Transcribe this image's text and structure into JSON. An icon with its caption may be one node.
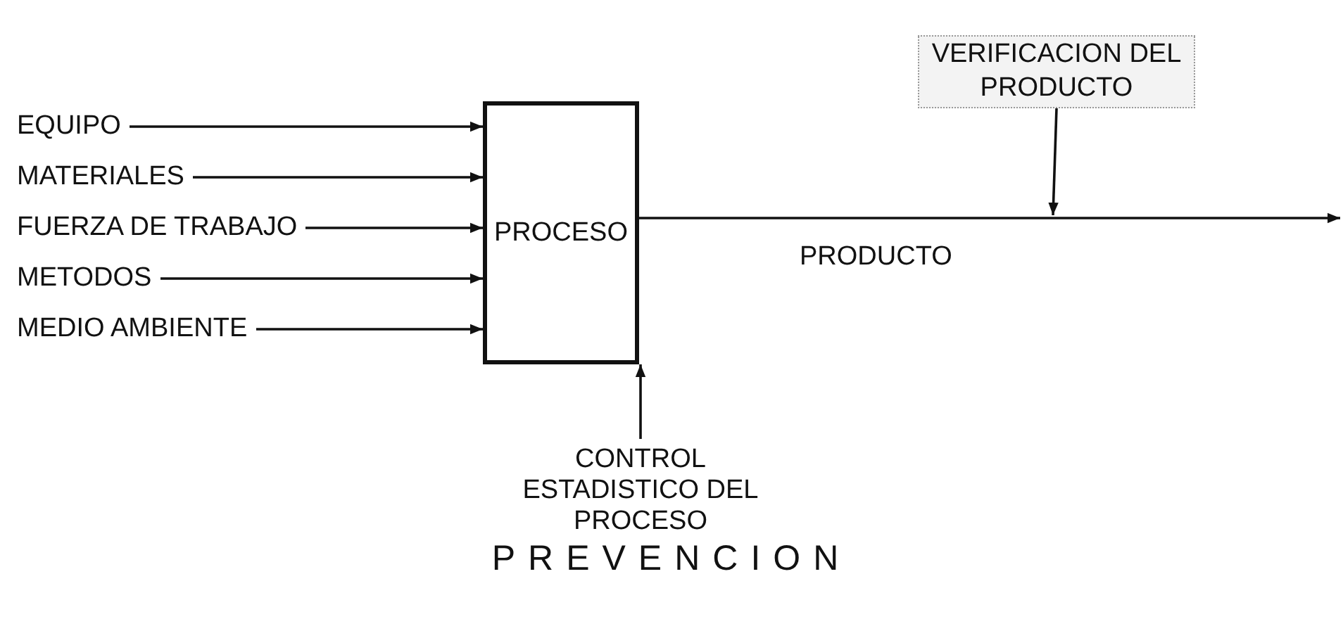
{
  "diagram": {
    "caption": "PREVENCION",
    "nodes": [
      {
        "text": [
          "EQUIPO"
        ]
      },
      {
        "text": [
          "MATERIALES"
        ]
      },
      {
        "text": [
          "FUERZA DE TRABAJO"
        ]
      },
      {
        "text": [
          "METODOS"
        ]
      },
      {
        "text": [
          "MEDIO AMBIENTE"
        ]
      },
      {
        "text": [
          "PROCESO"
        ]
      },
      {
        "text": [
          "CONTROL ESTADISTICO DEL PROCESO"
        ]
      },
      {
        "text": [
          "VERIFICACION DEL PRODUCTO"
        ]
      }
    ],
    "edges": [
      {
        "from": 0,
        "to": 5,
        "arrow": "to"
      },
      {
        "from": 1,
        "to": 5,
        "arrow": "to"
      },
      {
        "from": 2,
        "to": 5,
        "arrow": "to"
      },
      {
        "from": 3,
        "to": 5,
        "arrow": "to"
      },
      {
        "from": 4,
        "to": 5,
        "arrow": "to"
      },
      {
        "from": 6,
        "to": 5,
        "arrow": "to"
      },
      {
        "from": 5,
        "to": null,
        "arrow": "to",
        "label": "PRODUCTO"
      },
      {
        "from": 7,
        "to": null,
        "arrow": "to"
      }
    ]
  }
}
